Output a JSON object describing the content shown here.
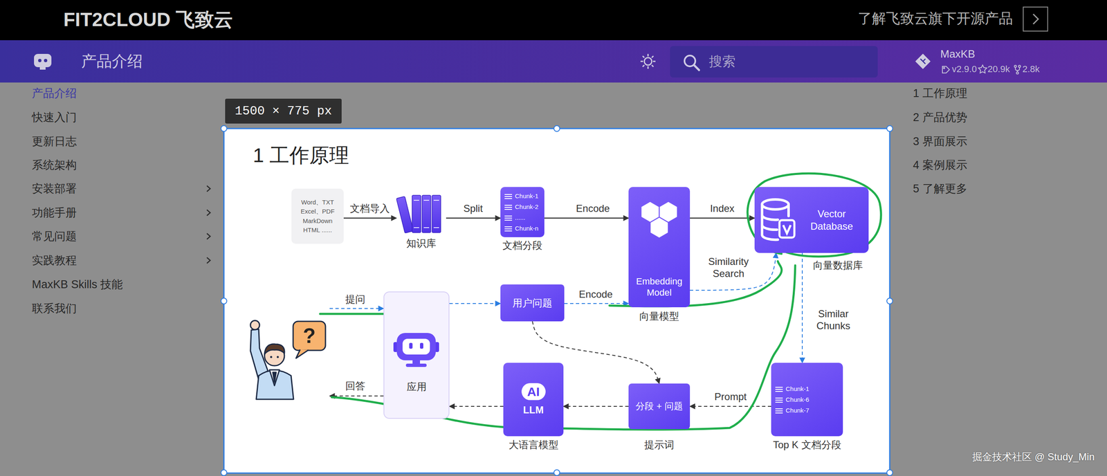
{
  "diagram": {
    "title": "1 工作原理",
    "nodes": [
      {
        "text": [
          "搜索"
        ]
      },
      {
        "text": [
          "1500 × 775 px"
        ]
      },
      {
        "text": [
          "Word、TXT Excel、PDF MarkDown HTML ......"
        ]
      },
      {
        "text": [
          "知识库"
        ]
      },
      {
        "text": [
          "Chunk-1",
          "Chunk-2",
          "......",
          "Chunk-n",
          "文档分段"
        ]
      },
      {
        "text": [
          "Embedding Model",
          "向量模型"
        ]
      },
      {
        "text": [
          "Vector Database",
          "向量数据库"
        ]
      },
      {
        "text": [
          "?"
        ]
      },
      {
        "text": [
          "应用"
        ]
      },
      {
        "text": [
          "用户问题"
        ]
      },
      {
        "text": [
          "AI",
          "LLM",
          "大语言模型"
        ]
      },
      {
        "text": [
          "分段 + 问题",
          "提示词"
        ]
      },
      {
        "text": [
          "Chunk-1",
          "Chunk-6",
          "Chunk-7",
          "Top K 文档分段"
        ]
      }
    ],
    "edges": [
      {
        "from": 2,
        "to": 3,
        "label": "文档导入",
        "arrow": "to"
      },
      {
        "from": 3,
        "to": 4,
        "label": "Split",
        "arrow": "to"
      },
      {
        "from": 4,
        "to": 5,
        "label": "Encode",
        "arrow": "to"
      },
      {
        "from": 5,
        "to": 6,
        "label": "Index",
        "arrow": "to"
      },
      {
        "from": 7,
        "to": 8,
        "label": "提问",
        "arrow": "to"
      },
      {
        "from": 8,
        "to": 9,
        "arrow": "to"
      },
      {
        "from": 9,
        "to": 5,
        "label": "Encode",
        "arrow": "to"
      },
      {
        "from": 5,
        "to": 6,
        "label": "Similarity Search",
        "arrow": "to"
      },
      {
        "from": 6,
        "to": 12,
        "label": "Similar Chunks",
        "arrow": "to"
      },
      {
        "from": 9,
        "to": 11,
        "arrow": "to"
      },
      {
        "from": 12,
        "to": 11,
        "label": "Prompt",
        "arrow": "to"
      },
      {
        "from": 11,
        "to": 10,
        "arrow": "to"
      },
      {
        "from": 10,
        "to": 8,
        "arrow": "to"
      },
      {
        "from": 8,
        "to": 7,
        "label": "回答",
        "arrow": "to"
      }
    ],
    "labels": [
      "FIT2CLOUD 飞致云",
      "了解飞致云旗下开源产品",
      "产品介绍",
      "MaxKB",
      "v2.9.0",
      "20.9k",
      "2.8k",
      "产品介绍",
      "快速入门",
      "更新日志",
      "系统架构",
      "安装部署",
      "功能手册",
      "常见问题",
      "实践教程",
      "MaxKB Skills 技能",
      "联系我们",
      "1 工作原理",
      "2 产品优势",
      "3 界面展示",
      "4 案例展示",
      "5 了解更多",
      "掘金技术社区 @ Study_Min"
    ]
  }
}
